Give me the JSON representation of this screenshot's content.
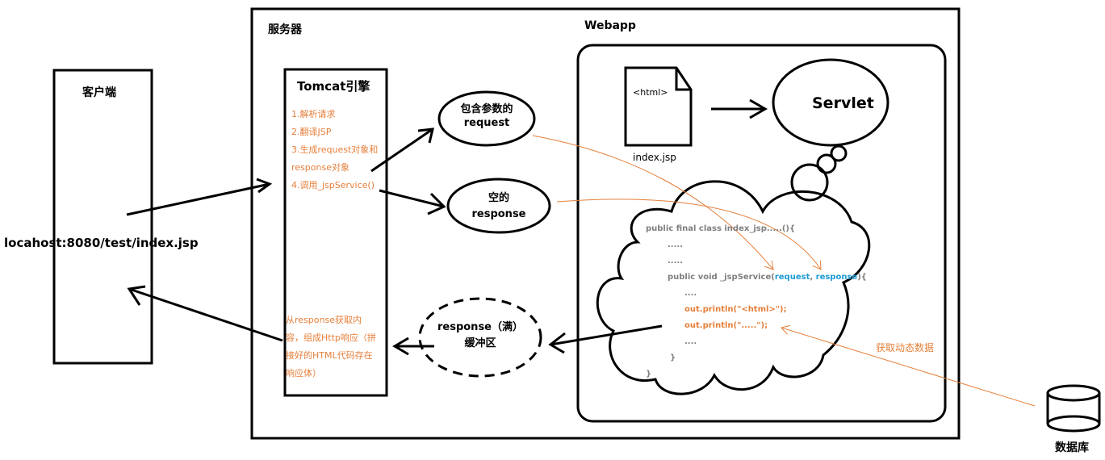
{
  "diagram": {
    "client": {
      "title": "客户端",
      "url": "locahost:8080/test/index.jsp"
    },
    "server": {
      "title": "服务器"
    },
    "tomcat": {
      "title": "Tomcat引擎",
      "steps": [
        "1.解析请求",
        "2.翻译JSP",
        "3.生成request对象和",
        "response对象",
        "4.调用_jspService()"
      ],
      "response_steps": [
        "从response获取内",
        "容，组成Http响应（拼",
        "接好的HTML代码存在",
        "响应体）"
      ]
    },
    "request_node": {
      "line1": "包含参数的",
      "line2": "request"
    },
    "response_empty_node": {
      "line1": "空的",
      "line2": "response"
    },
    "response_full_node": {
      "line1": "response（满）",
      "line2": "缓冲区"
    },
    "webapp": {
      "title": "Webapp",
      "file": {
        "content": "<html>",
        "name": "index.jsp"
      },
      "servlet": "Servlet",
      "code": {
        "line1": "public final class index_jsp.....(){",
        "line2": ".....",
        "line3": ".....",
        "line4_prefix": "public void _jspService(",
        "line4_req": "request",
        "line4_sep": ", ",
        "line4_resp": "response",
        "line4_suffix": "){",
        "line5": "....",
        "line6": "out.println(\"<html>\");",
        "line7": "out.println(\".....\");",
        "line8": "....",
        "line9": "}",
        "line10": "}"
      }
    },
    "dynamic_data_label": "获取动态数据",
    "database": {
      "label": "数据库"
    },
    "colors": {
      "stroke": "#000000",
      "accent": "#e57f3a",
      "code_gray": "#7f7f7f",
      "code_blue": "#1c9bd6"
    }
  }
}
